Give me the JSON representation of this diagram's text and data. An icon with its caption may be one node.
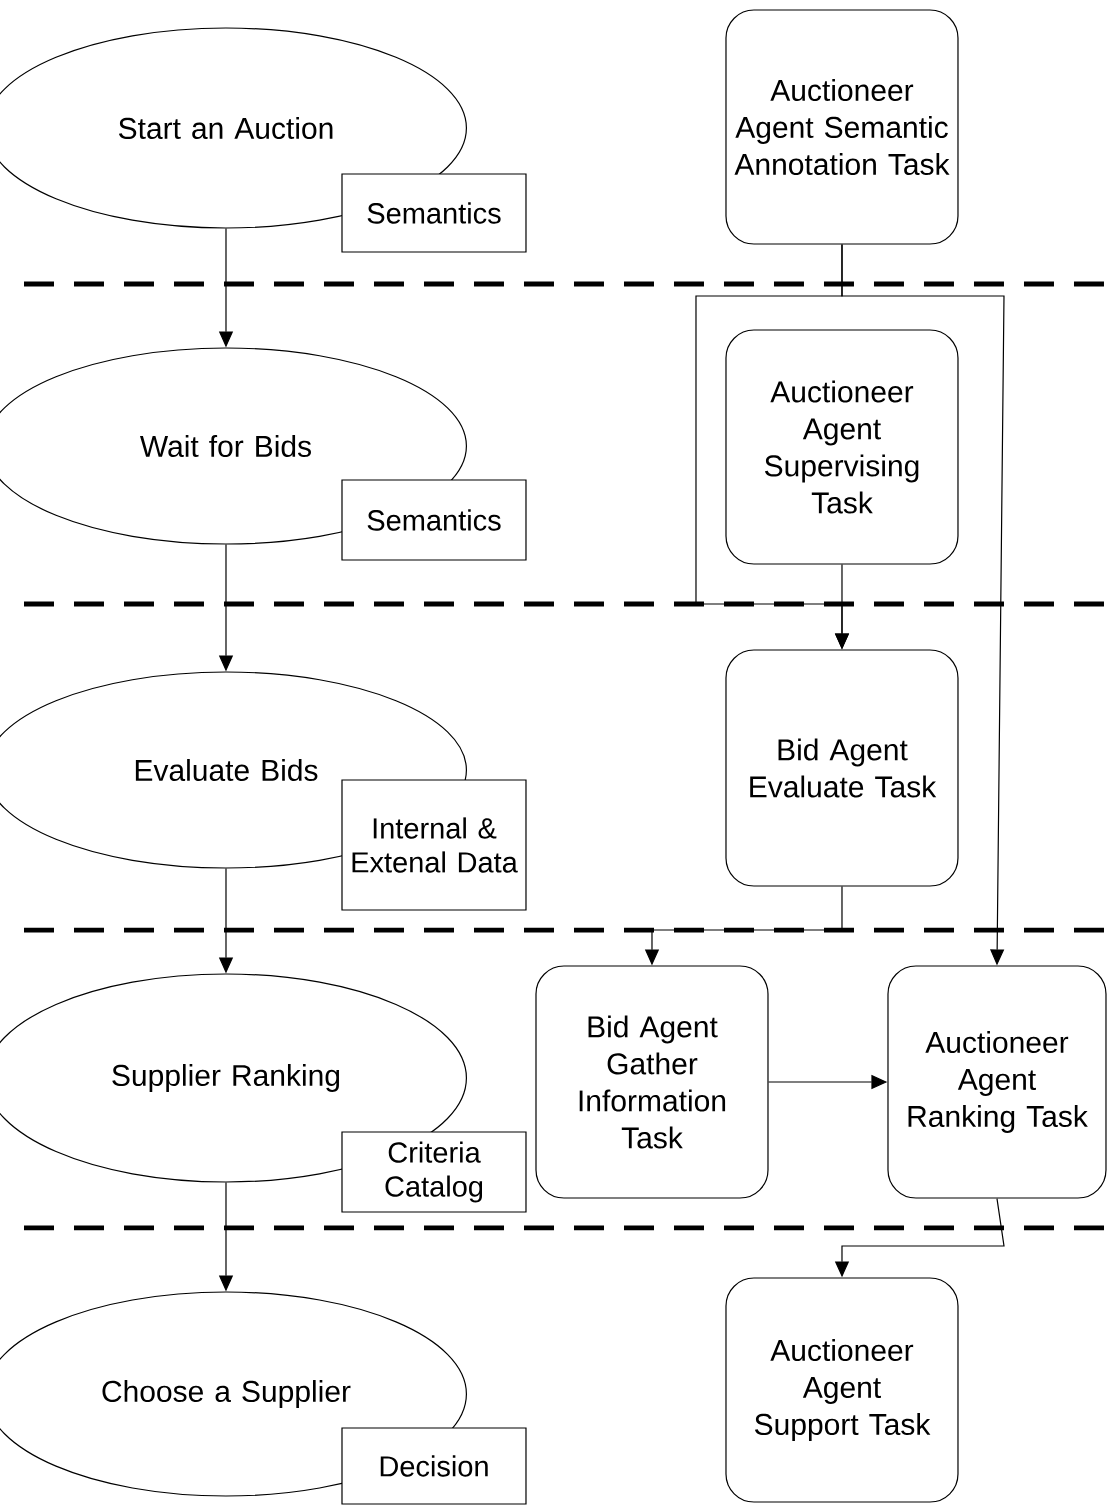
{
  "diagram": {
    "nodes": [
      {
        "text": [
          "Start an Auction"
        ]
      },
      {
        "text": [
          "Semantics"
        ]
      },
      {
        "text": [
          "Auctioneer Agent Semantic Annotation Task"
        ]
      },
      {
        "text": [
          "Wait for Bids"
        ]
      },
      {
        "text": [
          "Semantics"
        ]
      },
      {
        "text": [
          "Auctioneer Agent Supervising Task"
        ]
      },
      {
        "text": [
          "Evaluate Bids"
        ]
      },
      {
        "text": [
          "Internal & Extenal Data"
        ]
      },
      {
        "text": [
          "Bid Agent Evaluate Task"
        ]
      },
      {
        "text": [
          "Supplier Ranking"
        ]
      },
      {
        "text": [
          "Bid Agent Gather Information Task"
        ]
      },
      {
        "text": [
          "Auctioneer Agent Ranking Task"
        ]
      },
      {
        "text": [
          "Criteria Catalog"
        ]
      },
      {
        "text": [
          "Choose a Supplier"
        ]
      },
      {
        "text": [
          "Auctioneer Agent Support Task"
        ]
      },
      {
        "text": [
          "Decision"
        ]
      }
    ],
    "edges": [
      {
        "from": 0,
        "to": 3,
        "arrow": "to"
      },
      {
        "from": 3,
        "to": 6,
        "arrow": "to"
      },
      {
        "from": 6,
        "to": 9,
        "arrow": "to"
      },
      {
        "from": 9,
        "to": 13,
        "arrow": "to"
      },
      {
        "from": 2,
        "to": 8,
        "arrow": "to"
      },
      {
        "from": 2,
        "to": 11,
        "arrow": "to"
      },
      {
        "from": 5,
        "to": 8,
        "arrow": "to"
      },
      {
        "from": 8,
        "to": 10,
        "arrow": "to"
      },
      {
        "from": 10,
        "to": 11,
        "arrow": "to"
      },
      {
        "from": 11,
        "to": 14,
        "arrow": "to"
      }
    ]
  }
}
